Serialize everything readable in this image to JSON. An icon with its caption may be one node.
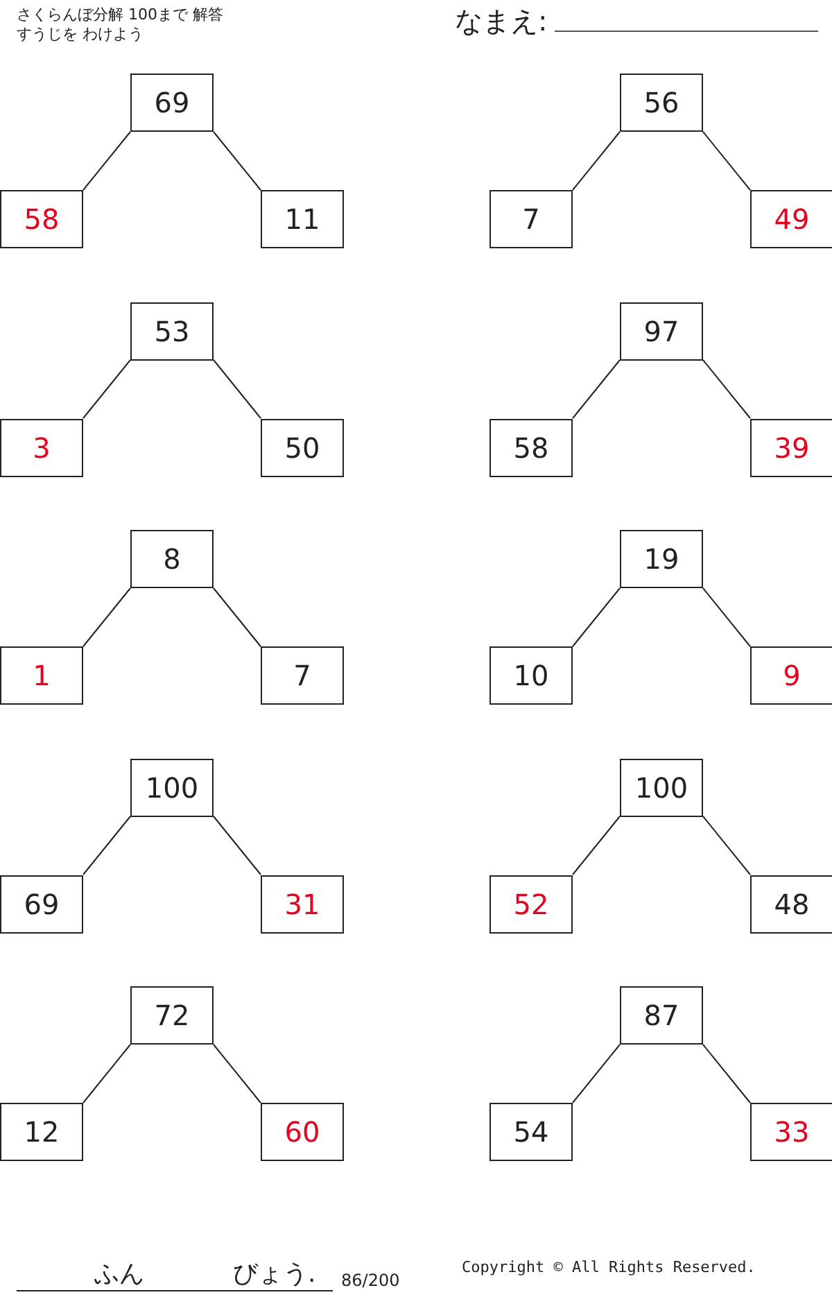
{
  "diagram": {
    "title": "さくらんぼ分解 100まで 解答",
    "nodes": [
      {
        "text": [
          "69"
        ]
      },
      {
        "text": [
          "58"
        ]
      },
      {
        "text": [
          "11"
        ]
      },
      {
        "text": [
          "56"
        ]
      },
      {
        "text": [
          "7"
        ]
      },
      {
        "text": [
          "49"
        ]
      },
      {
        "text": [
          "53"
        ]
      },
      {
        "text": [
          "3"
        ]
      },
      {
        "text": [
          "50"
        ]
      },
      {
        "text": [
          "97"
        ]
      },
      {
        "text": [
          "58"
        ]
      },
      {
        "text": [
          "39"
        ]
      },
      {
        "text": [
          "8"
        ]
      },
      {
        "text": [
          "1"
        ]
      },
      {
        "text": [
          "7"
        ]
      },
      {
        "text": [
          "19"
        ]
      },
      {
        "text": [
          "10"
        ]
      },
      {
        "text": [
          "9"
        ]
      },
      {
        "text": [
          "100"
        ]
      },
      {
        "text": [
          "69"
        ]
      },
      {
        "text": [
          "31"
        ]
      },
      {
        "text": [
          "100"
        ]
      },
      {
        "text": [
          "52"
        ]
      },
      {
        "text": [
          "48"
        ]
      },
      {
        "text": [
          "72"
        ]
      },
      {
        "text": [
          "12"
        ]
      },
      {
        "text": [
          "60"
        ]
      },
      {
        "text": [
          "87"
        ]
      },
      {
        "text": [
          "54"
        ]
      },
      {
        "text": [
          "33"
        ]
      }
    ],
    "edges": [
      {
        "from": 0,
        "to": 1,
        "arrow": "none"
      },
      {
        "from": 0,
        "to": 2,
        "arrow": "none"
      },
      {
        "from": 3,
        "to": 4,
        "arrow": "none"
      },
      {
        "from": 3,
        "to": 5,
        "arrow": "none"
      },
      {
        "from": 6,
        "to": 7,
        "arrow": "none"
      },
      {
        "from": 6,
        "to": 8,
        "arrow": "none"
      },
      {
        "from": 9,
        "to": 10,
        "arrow": "none"
      },
      {
        "from": 9,
        "to": 11,
        "arrow": "none"
      },
      {
        "from": 12,
        "to": 13,
        "arrow": "none"
      },
      {
        "from": 12,
        "to": 14,
        "arrow": "none"
      },
      {
        "from": 15,
        "to": 16,
        "arrow": "none"
      },
      {
        "from": 15,
        "to": 17,
        "arrow": "none"
      },
      {
        "from": 18,
        "to": 19,
        "arrow": "none"
      },
      {
        "from": 18,
        "to": 20,
        "arrow": "none"
      },
      {
        "from": 21,
        "to": 22,
        "arrow": "none"
      },
      {
        "from": 21,
        "to": 23,
        "arrow": "none"
      },
      {
        "from": 24,
        "to": 25,
        "arrow": "none"
      },
      {
        "from": 24,
        "to": 26,
        "arrow": "none"
      },
      {
        "from": 27,
        "to": 28,
        "arrow": "none"
      },
      {
        "from": 27,
        "to": 29,
        "arrow": "none"
      }
    ],
    "labels": [
      "すうじを わけよう",
      "なまえ:",
      "ふん",
      "びょう.",
      "86/200",
      "Copyright © All Rights Reserved."
    ]
  }
}
